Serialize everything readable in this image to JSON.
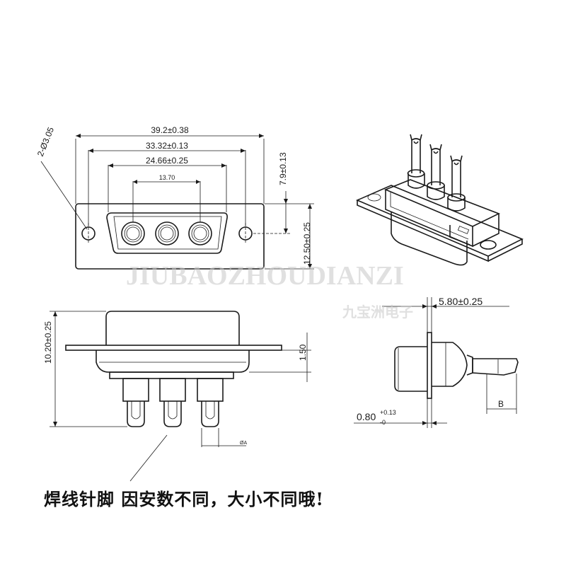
{
  "dimensions": {
    "top_view": {
      "overall_width": "39.2±0.38",
      "hole_pitch": "33.32±0.13",
      "shell_width": "24.66±0.25",
      "pin_pitch": "13.70",
      "mount_holes": "2-Ø3.05",
      "flange_offset": "7.9±0.13",
      "flange_height": "12.50±0.25"
    },
    "front_view": {
      "total_height": "10.20±0.25",
      "flange_thickness": "1.50",
      "pin_diameter": "ØA"
    },
    "side_view": {
      "shell_depth": "5.80±0.25",
      "panel_gap_base": "0.80",
      "panel_gap_tol_upper": "+0.13",
      "panel_gap_tol_lower": "-0",
      "cup_label": "B"
    }
  },
  "watermark": {
    "brand_cn": "九宝洲电子",
    "brand_pinyin": "JIUBAOZHOUDIANZI"
  },
  "caption": "焊线针脚 因安数不同，大小不同哦!"
}
